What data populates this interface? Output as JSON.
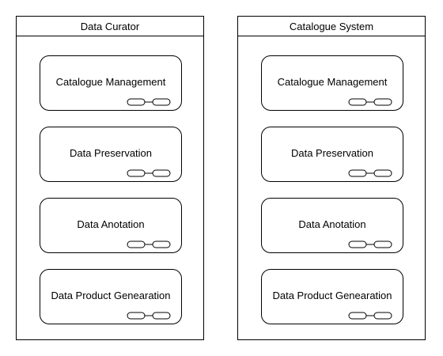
{
  "lanes": [
    {
      "title": "Data Curator",
      "activities": [
        {
          "label": "Catalogue Management",
          "icon": "rake-icon"
        },
        {
          "label": "Data Preservation",
          "icon": "rake-icon"
        },
        {
          "label": "Data Anotation",
          "icon": "rake-icon"
        },
        {
          "label": "Data Product Genearation",
          "icon": "rake-icon"
        }
      ]
    },
    {
      "title": "Catalogue System",
      "activities": [
        {
          "label": "Catalogue Management",
          "icon": "rake-icon"
        },
        {
          "label": "Data Preservation",
          "icon": "rake-icon"
        },
        {
          "label": "Data Anotation",
          "icon": "rake-icon"
        },
        {
          "label": "Data Product Genearation",
          "icon": "rake-icon"
        }
      ]
    }
  ]
}
